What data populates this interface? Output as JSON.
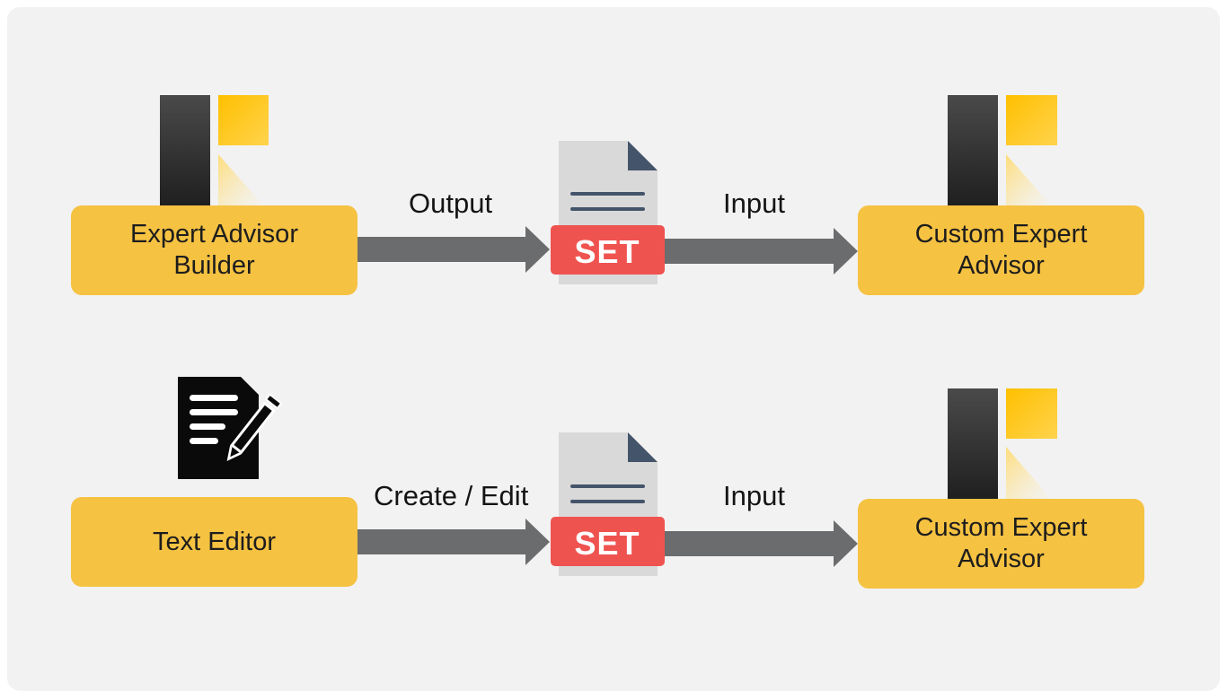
{
  "rows": [
    {
      "source_label": "Expert Advisor\nBuilder",
      "source_icon": "ea-builder-logo-icon",
      "arrow1_label": "Output",
      "file_badge": "SET",
      "file_icon": "set-file-icon",
      "arrow2_label": "Input",
      "target_label": "Custom Expert\nAdvisor",
      "target_icon": "ea-builder-logo-icon"
    },
    {
      "source_label": "Text Editor",
      "source_icon": "text-editor-icon",
      "arrow1_label": "Create / Edit",
      "file_badge": "SET",
      "file_icon": "set-file-icon",
      "arrow2_label": "Input",
      "target_label": "Custom Expert\nAdvisor",
      "target_icon": "ea-builder-logo-icon"
    }
  ],
  "colors": {
    "box": "#f5c242",
    "arrow": "#6b6c6e",
    "badge": "#ef5350",
    "logo_bar": "#3a3a3a",
    "logo_square": "#ffc000",
    "background": "#f2f2f2"
  }
}
